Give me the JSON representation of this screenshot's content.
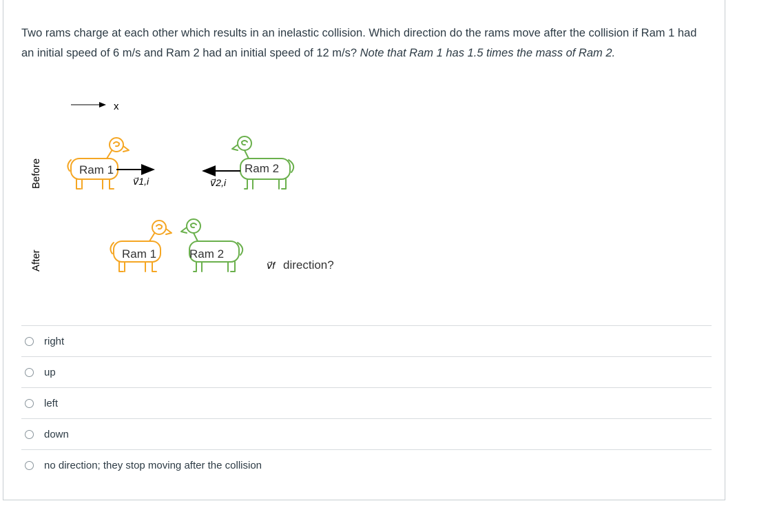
{
  "question": {
    "text_before_italic": "Two rams charge at each other which results in an inelastic collision. Which direction do the rams move after the collision if Ram 1 had an initial speed of 6 m/s and Ram 2 had an initial speed of 12 m/s? ",
    "text_italic": "Note that Ram 1 has 1.5 times the mass of Ram 2."
  },
  "figure": {
    "axis_label": "x",
    "row_before_label": "Before",
    "row_after_label": "After",
    "ram1_label": "Ram 1",
    "ram2_label": "Ram 2",
    "v1_label": "v⃗1,i",
    "v2_label": "v⃗2,i",
    "vf_label": "v⃗f",
    "vf_question": " direction?",
    "colors": {
      "ram1": "#f5a623",
      "ram2": "#6ab04c",
      "arrow": "#000000"
    }
  },
  "answers": [
    {
      "label": "right"
    },
    {
      "label": "up"
    },
    {
      "label": "left"
    },
    {
      "label": "down"
    },
    {
      "label": "no direction; they stop moving after the collision"
    }
  ]
}
